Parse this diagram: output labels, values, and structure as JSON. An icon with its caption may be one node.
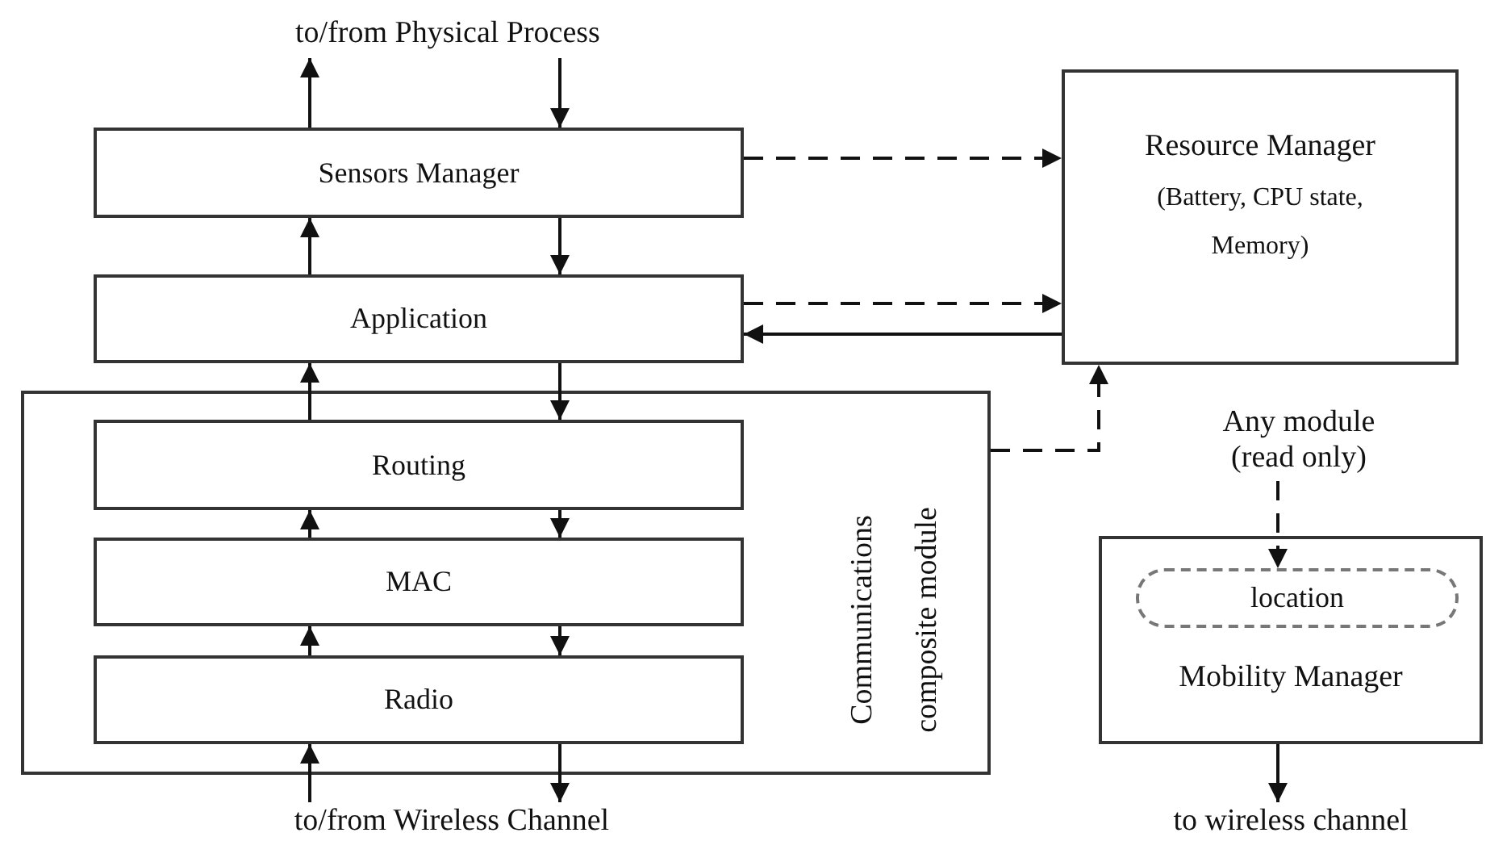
{
  "diagram": {
    "nodes": [
      {
        "text": [
          "to/from Physical Process"
        ]
      },
      {
        "text": [
          "Sensors Manager"
        ]
      },
      {
        "text": [
          "Application"
        ]
      },
      {
        "text": [
          "Communications composite module"
        ]
      },
      {
        "text": [
          "Routing"
        ],
        "in": 3
      },
      {
        "text": [
          "MAC"
        ],
        "in": 3
      },
      {
        "text": [
          "Radio"
        ],
        "in": 3
      },
      {
        "text": [
          "to/from Wireless Channel"
        ]
      },
      {
        "text": [
          "Resource Manager",
          "(Battery, CPU state, Memory)"
        ]
      },
      {
        "text": [
          "Any module (read only)"
        ]
      },
      {
        "text": [
          "Mobility Manager"
        ]
      },
      {
        "text": [
          "location"
        ],
        "in": 10
      },
      {
        "text": [
          "to wireless channel"
        ]
      }
    ],
    "edges": [
      {
        "from": 1,
        "to": 0,
        "arrow": "to"
      },
      {
        "from": 0,
        "to": 1,
        "arrow": "to"
      },
      {
        "from": 2,
        "to": 1,
        "arrow": "to"
      },
      {
        "from": 1,
        "to": 2,
        "arrow": "to"
      },
      {
        "from": 4,
        "to": 2,
        "arrow": "to"
      },
      {
        "from": 2,
        "to": 4,
        "arrow": "to"
      },
      {
        "from": 5,
        "to": 4,
        "arrow": "to"
      },
      {
        "from": 4,
        "to": 5,
        "arrow": "to"
      },
      {
        "from": 6,
        "to": 5,
        "arrow": "to"
      },
      {
        "from": 5,
        "to": 6,
        "arrow": "to"
      },
      {
        "from": 7,
        "to": 6,
        "arrow": "to"
      },
      {
        "from": 6,
        "to": 7,
        "arrow": "to"
      },
      {
        "from": 1,
        "to": 8,
        "arrow": "to",
        "style": "dashed"
      },
      {
        "from": 2,
        "to": 8,
        "arrow": "to",
        "style": "dashed"
      },
      {
        "from": 8,
        "to": 2,
        "arrow": "to"
      },
      {
        "from": 3,
        "to": 8,
        "arrow": "to",
        "style": "dashed"
      },
      {
        "from": 9,
        "to": 11,
        "arrow": "to",
        "style": "dashed"
      },
      {
        "from": 10,
        "to": 12,
        "arrow": "to"
      }
    ]
  }
}
